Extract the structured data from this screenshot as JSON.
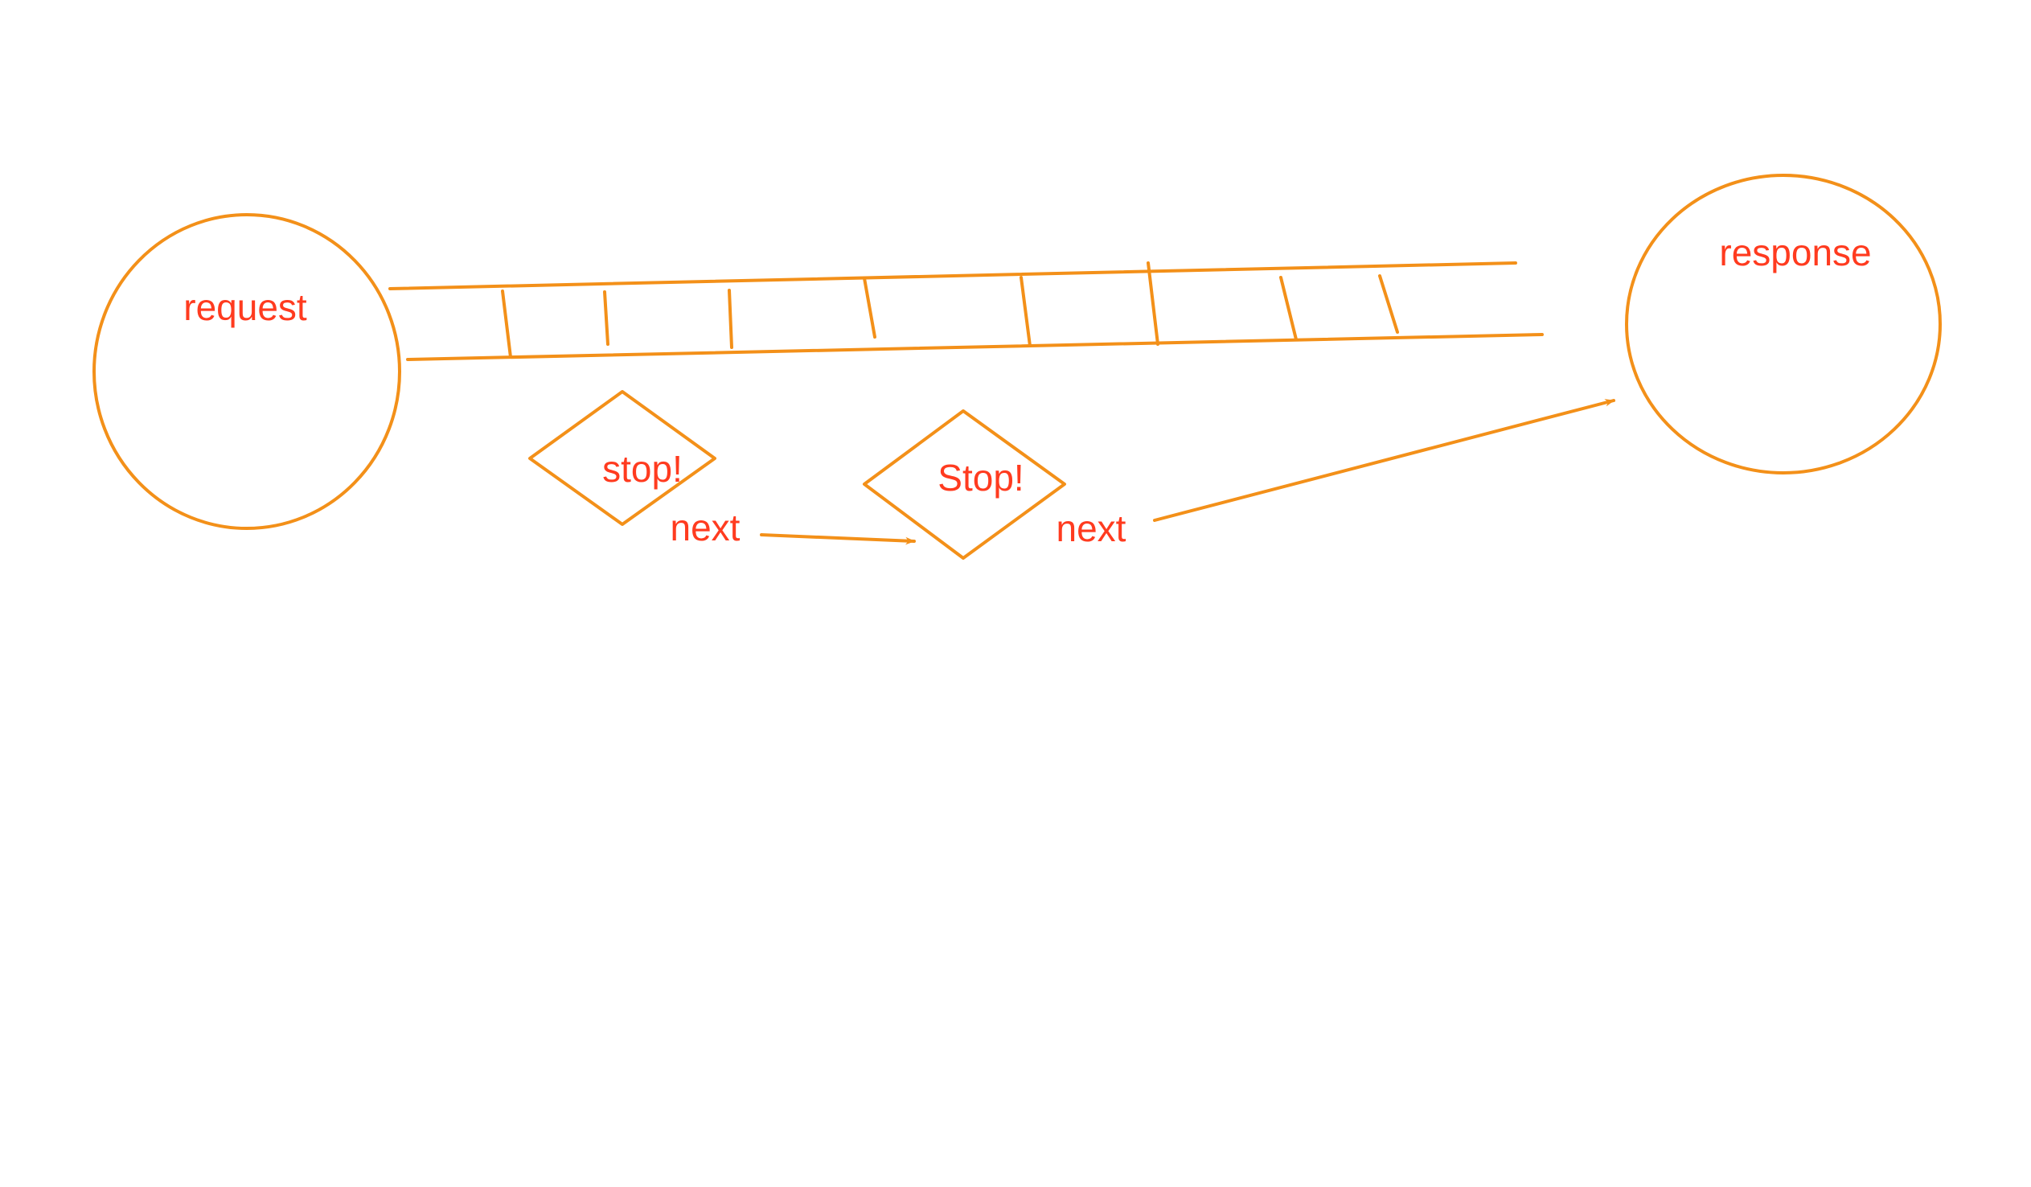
{
  "diagram": {
    "stroke_color": "#f39019",
    "text_color": "#ff3b1f",
    "nodes": {
      "request": "request",
      "response": "response",
      "stop_1": "stop!",
      "stop_2": "Stop!"
    },
    "edges": {
      "next_1": "next",
      "next_2": "next"
    }
  }
}
